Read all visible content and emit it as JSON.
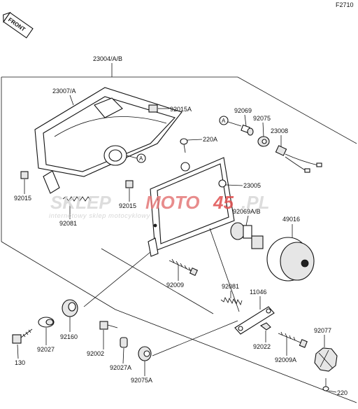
{
  "figure_code": "F2710",
  "front_badge": "FRONT",
  "watermark": {
    "brand_part1": "SKLEP",
    "brand_part2": "MOTO",
    "brand_part3": "45",
    "brand_part4": ".PL",
    "tagline": "internetowy sklep motocyklowy"
  },
  "callout_a": "A",
  "labels": {
    "p23004": "23004/A/B",
    "p23007": "23007/A",
    "p92015a": "92015A",
    "p92069": "92069",
    "p92075": "92075",
    "p23008": "23008",
    "p220a": "220A",
    "p23005": "23005",
    "p92015_left": "92015",
    "p92015_mid": "92015",
    "p92069ab": "92069A/B",
    "p92081_left": "92081",
    "p49016": "49016",
    "p92009": "92009",
    "p92081_mid": "92081",
    "p11046": "11046",
    "p92160": "92160",
    "p92027": "92027",
    "p130": "130",
    "p92002": "92002",
    "p92027a": "92027A",
    "p92075a": "92075A",
    "p92022": "92022",
    "p92009a": "92009A",
    "p92077": "92077",
    "p220": "220"
  }
}
